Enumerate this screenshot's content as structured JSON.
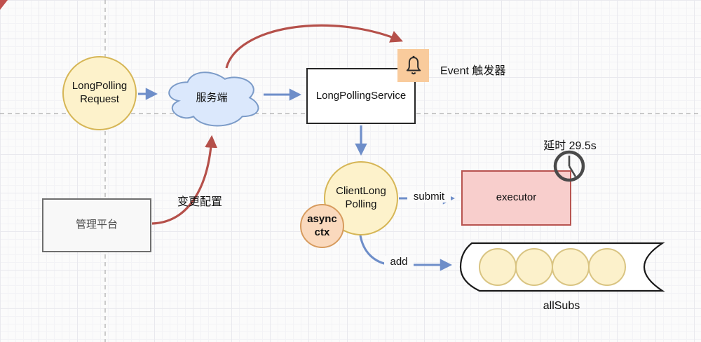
{
  "diagram": {
    "title_hint": "LongPolling config-push flow",
    "nodes": {
      "long_polling_request": {
        "label": "LongPolling Request"
      },
      "server_cloud": {
        "label": "服务端"
      },
      "long_polling_service": {
        "label": "LongPollingService"
      },
      "event_trigger": {
        "label": "Event 触发器",
        "icon": "bell-icon"
      },
      "client_long_polling": {
        "label": "ClientLong Polling"
      },
      "async_ctx": {
        "label": "async ctx"
      },
      "executor": {
        "label": "executor"
      },
      "delay_note": {
        "label": "延时 29.5s",
        "icon": "clock-icon"
      },
      "admin_platform": {
        "label": "管理平台"
      },
      "all_subs": {
        "label": "allSubs",
        "queue_item_count": 4
      }
    },
    "edges": {
      "request_to_server": {
        "label": ""
      },
      "server_to_service": {
        "label": ""
      },
      "service_to_client": {
        "label": ""
      },
      "submit": {
        "label": "submit"
      },
      "add": {
        "label": "add"
      },
      "change_config": {
        "label": "变更配置"
      },
      "server_to_event": {
        "label": ""
      }
    },
    "palette": {
      "node_yellow_fill": "#FDF2CB",
      "node_yellow_stroke": "#D6B656",
      "cloud_fill": "#DBE8FC",
      "cloud_stroke": "#7B9BC8",
      "executor_fill": "#F8CECC",
      "executor_stroke": "#B85450",
      "bell_background": "#F9CB9C",
      "async_fill": "#FAD9BD",
      "async_stroke": "#D79B5E",
      "queue_circle_fill": "#FCF1CB",
      "queue_circle_stroke": "#D9C482",
      "blue_arrow": "#6E8EC9",
      "red_arrow": "#B5504A"
    }
  }
}
